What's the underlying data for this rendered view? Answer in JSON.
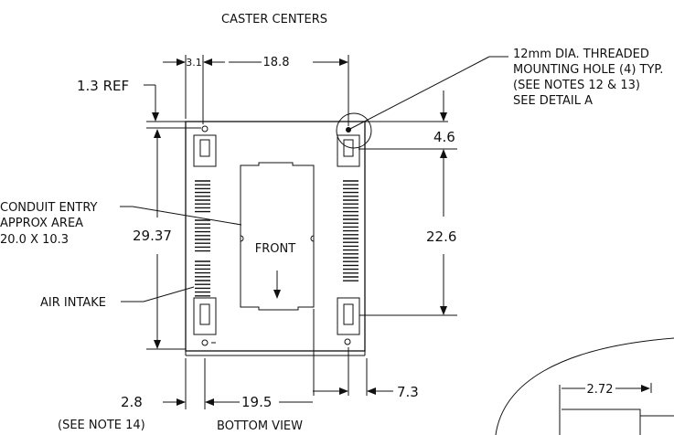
{
  "titles": {
    "top": "CASTER CENTERS",
    "bottom": "BOTTOM VIEW",
    "center": "FRONT"
  },
  "dimensions": {
    "d3_1": "3.1",
    "d18_8": "18.8",
    "d1_3_ref": "1.3 REF",
    "d4_6": "4.6",
    "d29_37": "29.37",
    "d22_6": "22.6",
    "d2_8": "2.8",
    "d19_5": "19.5",
    "d7_3": "7.3",
    "d2_72": "2.72"
  },
  "notes": {
    "see_note_14": "(SEE NOTE 14)",
    "mounting_hole": [
      "12mm DIA. THREADED",
      "MOUNTING HOLE (4) TYP.",
      "(SEE NOTES 12 & 13)",
      "SEE DETAIL A"
    ],
    "conduit": [
      "CONDUIT ENTRY",
      "APPROX AREA",
      "20.0 X 10.3"
    ],
    "air_intake": "AIR INTAKE"
  }
}
